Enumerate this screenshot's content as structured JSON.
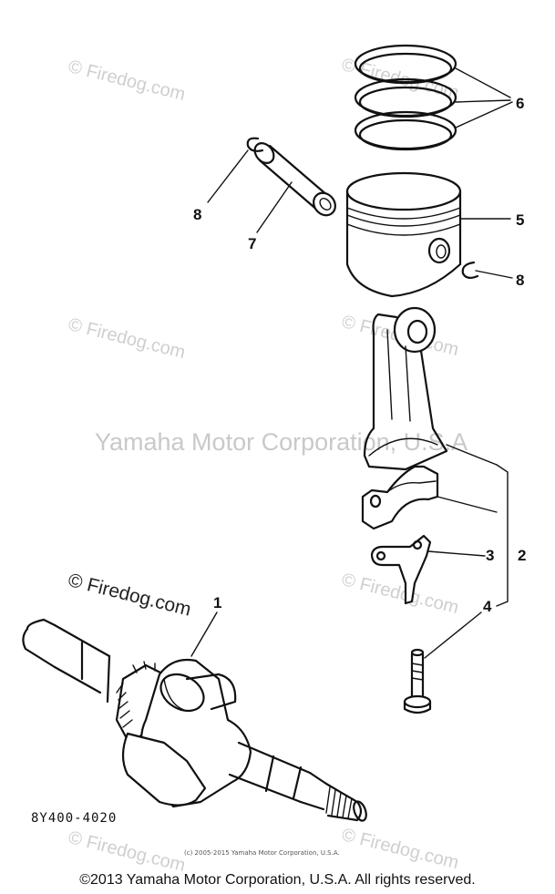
{
  "watermarks": {
    "firedog": "© Firedog.com",
    "company": "Yamaha Motor Corporation, U.S.A"
  },
  "callouts": {
    "crankshaft": "1",
    "connecting_rod_assy": "2",
    "bearing_cap": "3",
    "bolt": "4",
    "piston": "5",
    "piston_rings": "6",
    "piston_pin": "7",
    "clip_left": "8",
    "clip_right": "8"
  },
  "part_code": "8Y400-4020",
  "small_copyright": "(c) 2005-2015 Yamaha Motor Corporation, U.S.A.",
  "footer_copyright": "©2013 Yamaha Motor Corporation, U.S.A. All rights reserved.",
  "colors": {
    "line": "#111111",
    "watermark": "#cfcfcf",
    "background": "#ffffff"
  }
}
